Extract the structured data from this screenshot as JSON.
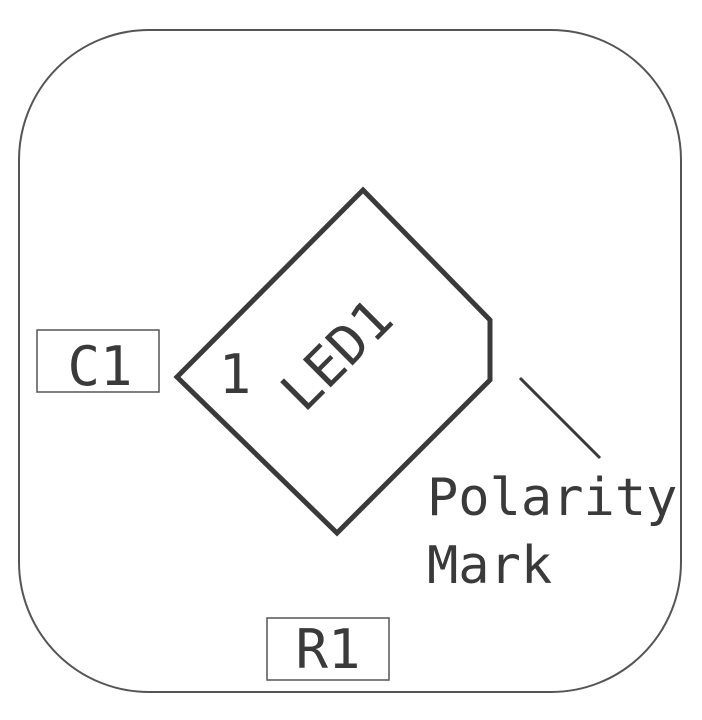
{
  "diagram": {
    "components": {
      "led": {
        "ref": "LED1",
        "pin_label": "1"
      },
      "capacitor": {
        "ref": "C1"
      },
      "resistor": {
        "ref": "R1"
      }
    },
    "annotation": {
      "line1": "Polarity",
      "line2": "Mark"
    },
    "colors": {
      "stroke": "#3a3a3a",
      "board_outline": "#555555",
      "background": "#ffffff"
    }
  }
}
